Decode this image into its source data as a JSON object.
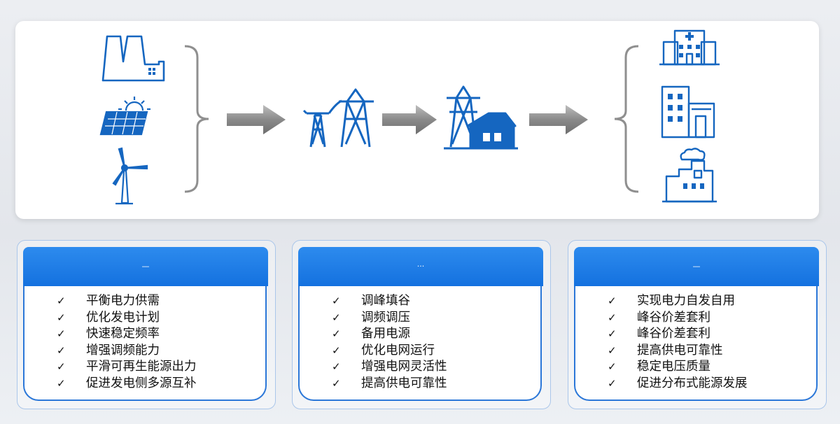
{
  "diagram": {
    "sources": [
      {
        "icon": "power-plant-icon"
      },
      {
        "icon": "solar-panel-icon"
      },
      {
        "icon": "wind-turbine-icon"
      }
    ],
    "grid_stages": [
      {
        "icon": "transmission-tower-icon"
      },
      {
        "icon": "substation-house-icon"
      }
    ],
    "consumers": [
      {
        "icon": "hospital-icon"
      },
      {
        "icon": "office-building-icon"
      },
      {
        "icon": "factory-icon"
      }
    ],
    "colors": {
      "icon_blue": "#1566c0",
      "arrow_gray": "#8a8a8a",
      "bracket_gray": "#8f8f8f"
    }
  },
  "cards": [
    {
      "header": "—",
      "items": [
        "平衡电力供需",
        "优化发电计划",
        "快速稳定频率",
        "增强调频能力",
        "平滑可再生能源出力",
        "促进发电侧多源互补"
      ]
    },
    {
      "header": "···",
      "items": [
        "调峰填谷",
        "调频调压",
        "备用电源",
        "优化电网运行",
        "增强电网灵活性",
        "提高供电可靠性"
      ]
    },
    {
      "header": "—",
      "items": [
        "实现电力自发自用",
        "峰谷价差套利",
        "峰谷价差套利",
        "提高供电可靠性",
        "稳定电压质量",
        "促进分布式能源发展"
      ]
    }
  ],
  "check_mark": "✓",
  "colors": {
    "header_blue": "#1a75e3",
    "card_border": "#2b77d8"
  }
}
